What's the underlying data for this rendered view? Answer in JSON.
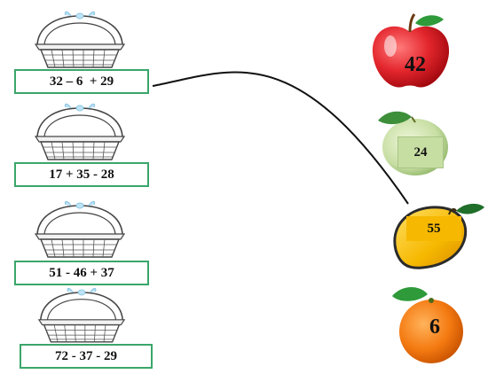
{
  "expressions": [
    "32 – 6  + 29",
    "17 + 35 - 28",
    "51 - 46 + 37",
    "72 - 37 - 29"
  ],
  "fruits": [
    {
      "kind": "apple",
      "value": "42"
    },
    {
      "kind": "guava",
      "value": "24"
    },
    {
      "kind": "mango",
      "value": "55"
    },
    {
      "kind": "orange",
      "value": "6"
    }
  ],
  "colors": {
    "box_border": "#3aa66a",
    "apple": "#e3262d",
    "guava": "#c7dea3",
    "mango": "#f6b800",
    "orange": "#f47a11",
    "leaf": "#2e9a3a"
  }
}
